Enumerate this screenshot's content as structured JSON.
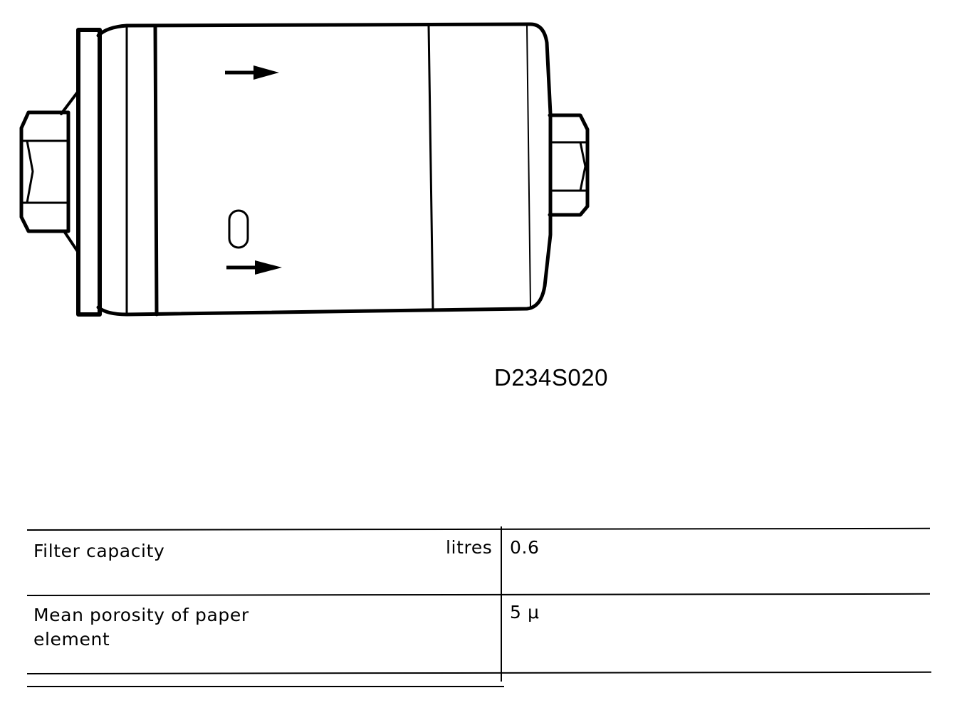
{
  "figure": {
    "code": "D234S020",
    "icons": [
      "fuel-filter-drawing",
      "flow-arrow-icon",
      "slot-icon",
      "hex-nut-icon"
    ]
  },
  "specs": {
    "rows": [
      {
        "label": "Filter capacity",
        "unit": "litres",
        "value": "0.6"
      },
      {
        "label": "Mean porosity of paper element",
        "unit": "",
        "value": "5 μ"
      }
    ]
  }
}
